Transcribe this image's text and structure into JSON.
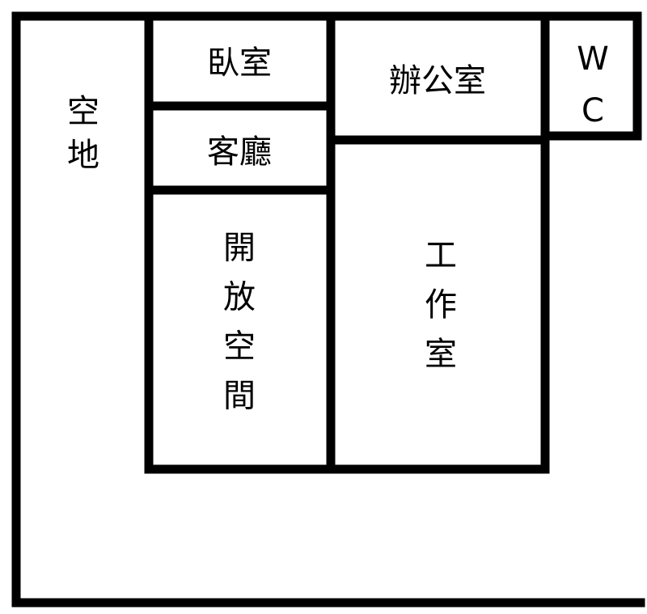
{
  "floor_plan": {
    "rooms": {
      "open_lot": "空地",
      "bedroom": "臥室",
      "living_room": "客廳",
      "open_space": "開放空間",
      "office": "辦公室",
      "workshop": "工作室",
      "wc": "WC"
    },
    "colors": {
      "wall": "#000000",
      "background": "#ffffff"
    }
  }
}
